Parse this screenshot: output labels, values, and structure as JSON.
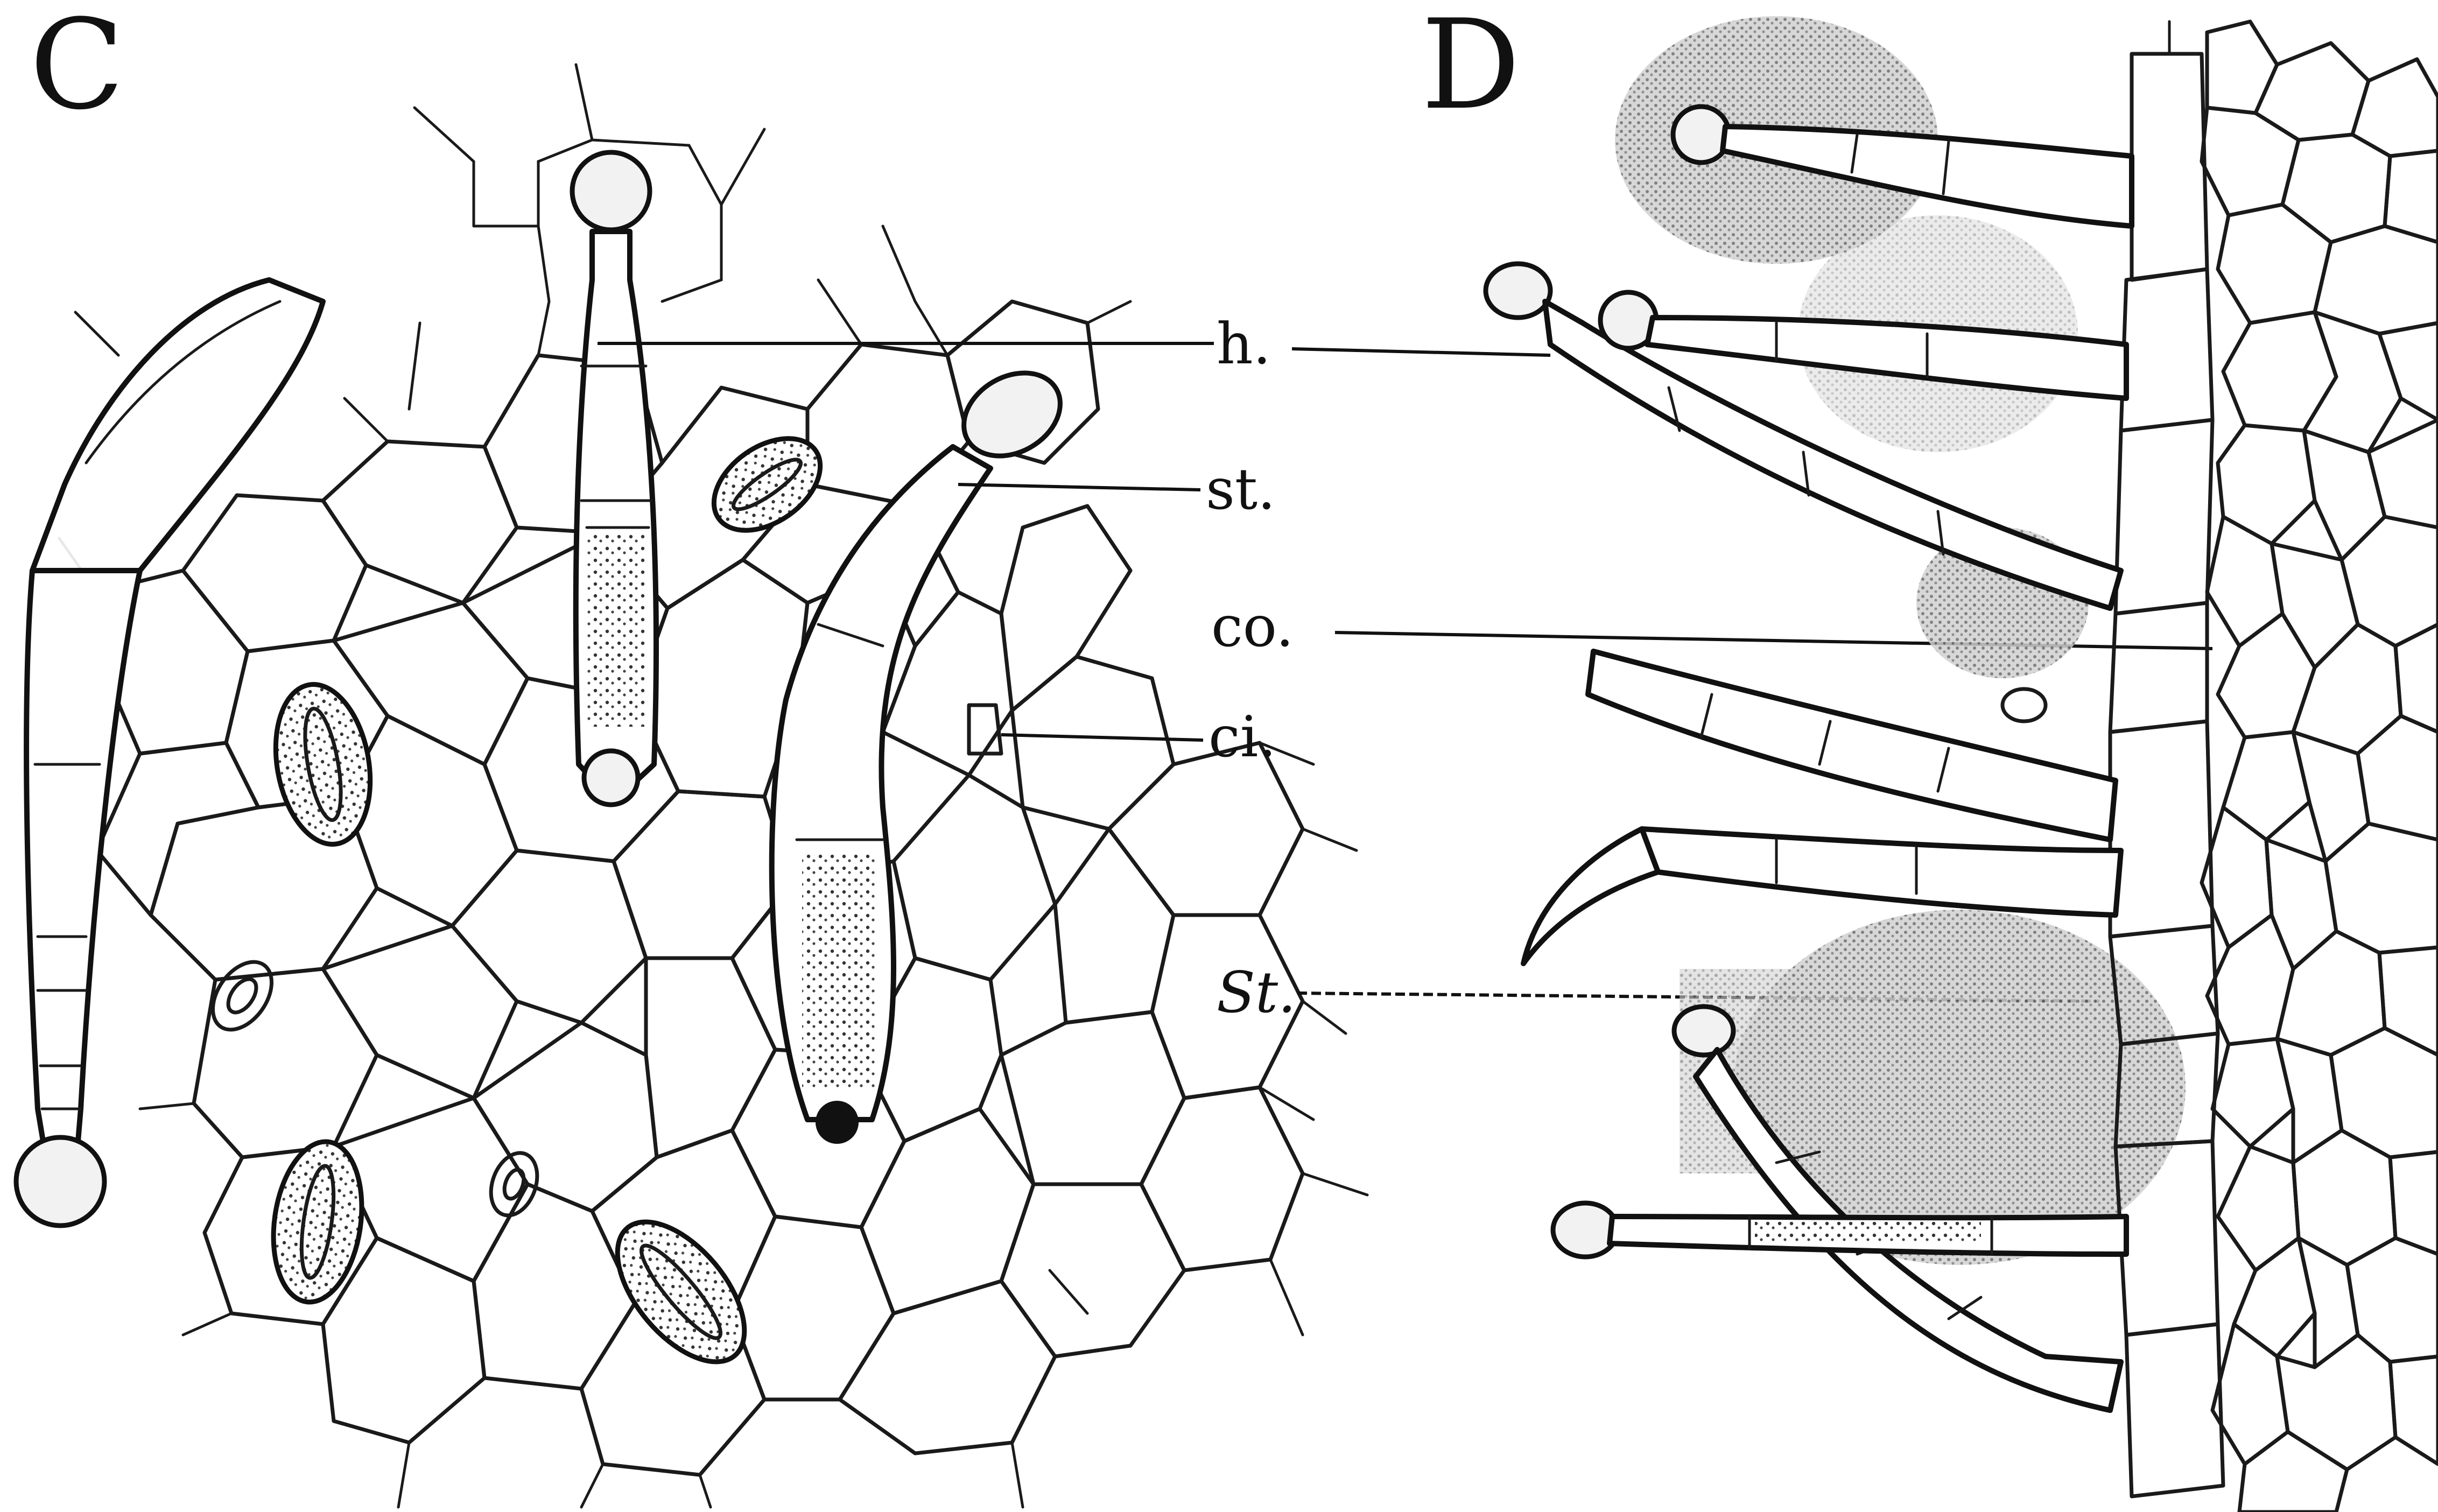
{
  "figure": {
    "panel_labels": {
      "left": "C",
      "right": "D"
    },
    "annotations": [
      {
        "key": "h",
        "text": "h."
      },
      {
        "key": "st1",
        "text": "st."
      },
      {
        "key": "co",
        "text": "co."
      },
      {
        "key": "ci",
        "text": "ci."
      },
      {
        "key": "st2",
        "text": "St."
      }
    ],
    "colors": {
      "ink": "#111111",
      "paper": "#ffffff",
      "shade": "#8a8a8a"
    }
  }
}
